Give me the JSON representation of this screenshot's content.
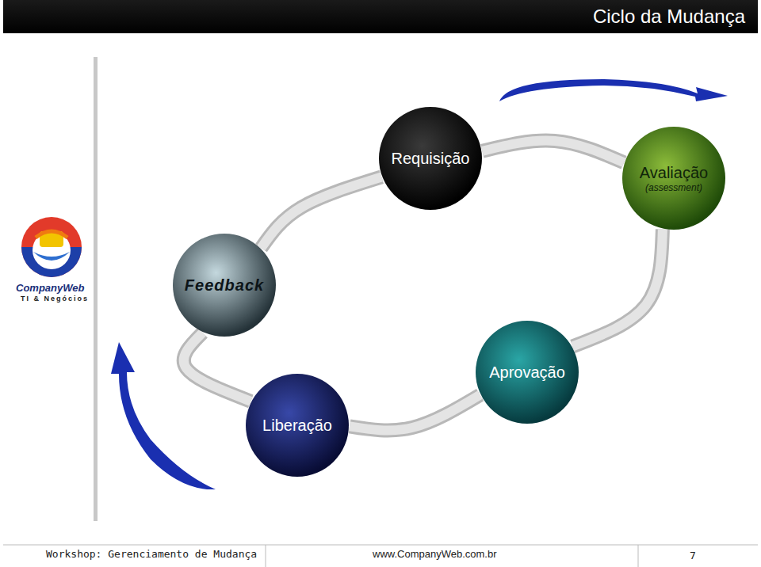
{
  "diagram": {
    "title": "Ciclo da Mudança",
    "nodes": [
      {
        "text": [
          "Requisição"
        ]
      },
      {
        "text": [
          "Avaliação",
          "(assessment)"
        ]
      },
      {
        "text": [
          "Feedback"
        ]
      },
      {
        "text": [
          "Aprovação"
        ]
      },
      {
        "text": [
          "Liberação"
        ]
      }
    ],
    "edges": [
      {
        "from": 0,
        "to": 1,
        "arrow": "none"
      },
      {
        "from": 1,
        "to": 3,
        "arrow": "none"
      },
      {
        "from": 3,
        "to": 4,
        "arrow": "none"
      },
      {
        "from": 4,
        "to": 2,
        "arrow": "none"
      },
      {
        "from": 2,
        "to": 0,
        "arrow": "none"
      }
    ],
    "labels": [
      "CompanyWeb",
      "TI & Negócios",
      "Workshop: Gerenciamento de Mudança",
      "www.CompanyWeb.com.br",
      "7"
    ]
  }
}
